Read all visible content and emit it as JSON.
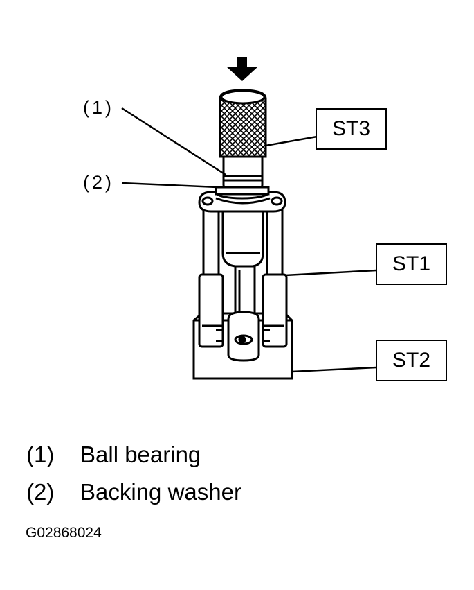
{
  "callouts": [
    {
      "id": "1",
      "text": "(1)"
    },
    {
      "id": "2",
      "text": "(2)"
    }
  ],
  "tool_labels": {
    "st3": "ST3",
    "st1": "ST1",
    "st2": "ST2"
  },
  "legend": [
    {
      "num": "(1)",
      "label": "Ball bearing"
    },
    {
      "num": "(2)",
      "label": "Backing washer"
    }
  ],
  "figure_id": "G02868024",
  "icons": {
    "press_direction": "down-arrow-icon"
  }
}
